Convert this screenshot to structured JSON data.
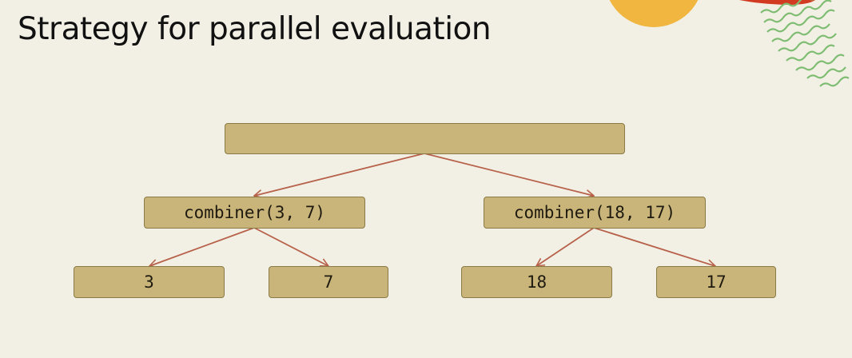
{
  "slide": {
    "title": "Strategy for parallel evaluation"
  },
  "tree": {
    "root": {
      "label": ""
    },
    "left_combiner": {
      "label": "combiner(3, 7)"
    },
    "right_combiner": {
      "label": "combiner(18, 17)"
    },
    "leaves": [
      {
        "label": "3"
      },
      {
        "label": "7"
      },
      {
        "label": "18"
      },
      {
        "label": "17"
      }
    ]
  },
  "colors": {
    "background": "#f2f0e4",
    "node_fill": "#c9b57a",
    "node_border": "#8b7a45",
    "arrow": "#b8614a"
  }
}
